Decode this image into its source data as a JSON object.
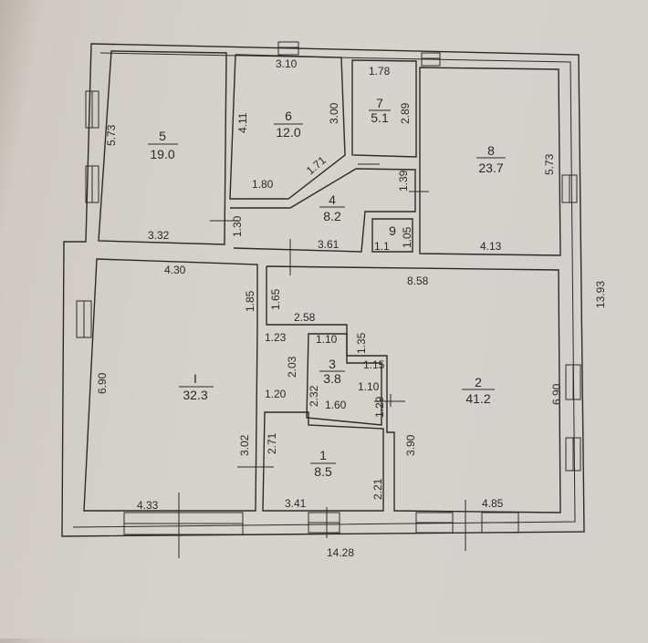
{
  "rooms": [
    {
      "id": "r5",
      "number": "5",
      "area": "19.0"
    },
    {
      "id": "r6",
      "number": "6",
      "area": "12.0"
    },
    {
      "id": "r7",
      "number": "7",
      "area": "5.1"
    },
    {
      "id": "r8",
      "number": "8",
      "area": "23.7"
    },
    {
      "id": "r4",
      "number": "4",
      "area": "8.2"
    },
    {
      "id": "r9",
      "number": "9",
      "area": ""
    },
    {
      "id": "rI",
      "number": "I",
      "area": "32.3"
    },
    {
      "id": "r2",
      "number": "2",
      "area": "41.2"
    },
    {
      "id": "r3",
      "number": "3",
      "area": "3.8"
    },
    {
      "id": "r1",
      "number": "1",
      "area": "8.5"
    }
  ],
  "dimensions": {
    "d5_73_left": "5.73",
    "d3_10": "3.10",
    "d4_11": "4.11",
    "d3_00": "3.00",
    "d1_71": "1.71",
    "d1_80": "1.80",
    "d1_78": "1.78",
    "d2_89": "2.89",
    "d5_73_right": "5.73",
    "d1_39": "1.39",
    "d1_30": "1.30",
    "d3_32": "3.32",
    "d3_61": "3.61",
    "d1_1": "1.1",
    "d1_05": "1.05",
    "d4_13": "4.13",
    "d13_93": "13.93",
    "d4_30": "4.30",
    "d8_58": "8.58",
    "d1_85": "1.85",
    "d1_65": "1.65",
    "d2_58": "2.58",
    "d1_10_top": "1.10",
    "d1_35": "1.35",
    "d1_23": "1.23",
    "d2_03": "2.03",
    "d1_15": "1.15",
    "d6_90_left": "6.90",
    "d2_32": "2.32",
    "d1_10_mid": "1.10",
    "d1_20": "1.20",
    "d1_60": "1.60",
    "d1_29": "1.29",
    "d6_90_right": "6.90",
    "d3_02": "3.02",
    "d2_71": "2.71",
    "d3_90": "3.90",
    "d2_21": "2.21",
    "d4_33": "4.33",
    "d3_41": "3.41",
    "d4_85": "4.85",
    "d14_28": "14.28"
  }
}
